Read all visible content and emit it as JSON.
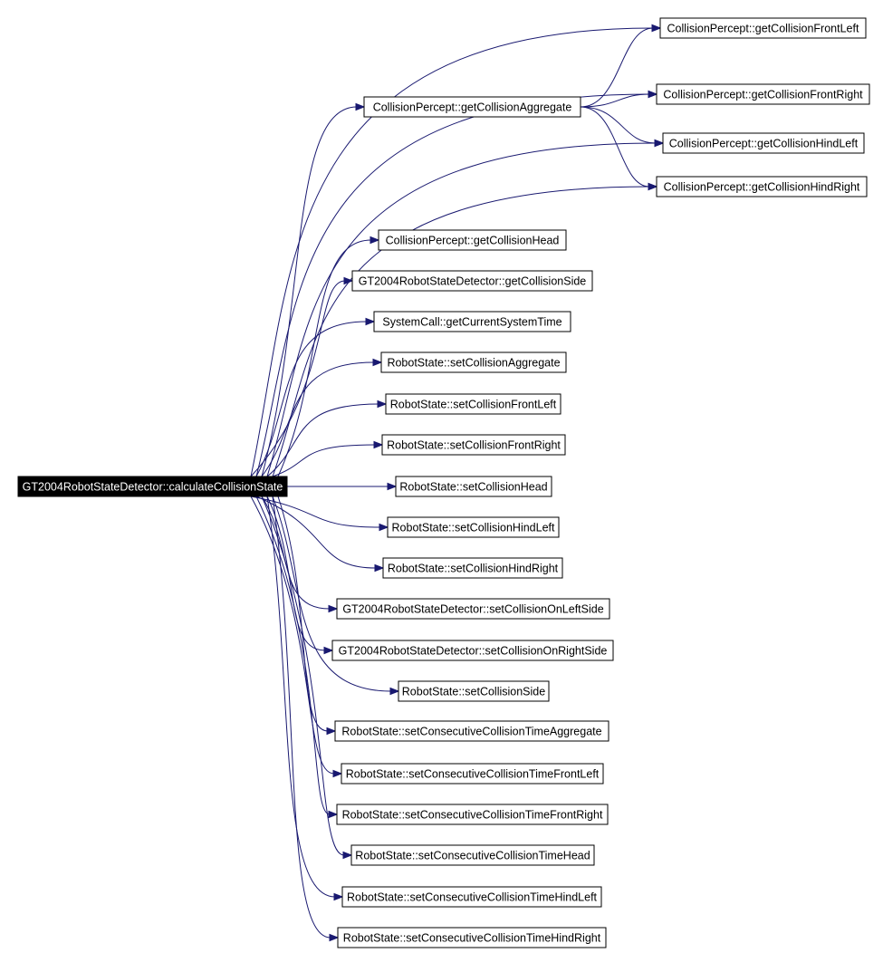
{
  "graph": {
    "root": {
      "label": "GT2004RobotStateDetector::calculateCollisionState"
    },
    "nodes": [
      {
        "id": "fl",
        "label": "CollisionPercept::getCollisionFrontLeft"
      },
      {
        "id": "fr",
        "label": "CollisionPercept::getCollisionFrontRight"
      },
      {
        "id": "agg",
        "label": "CollisionPercept::getCollisionAggregate"
      },
      {
        "id": "hl",
        "label": "CollisionPercept::getCollisionHindLeft"
      },
      {
        "id": "hr",
        "label": "CollisionPercept::getCollisionHindRight"
      },
      {
        "id": "head",
        "label": "CollisionPercept::getCollisionHead"
      },
      {
        "id": "side",
        "label": "GT2004RobotStateDetector::getCollisionSide"
      },
      {
        "id": "time",
        "label": "SystemCall::getCurrentSystemTime"
      },
      {
        "id": "sAgg",
        "label": "RobotState::setCollisionAggregate"
      },
      {
        "id": "sFL",
        "label": "RobotState::setCollisionFrontLeft"
      },
      {
        "id": "sFR",
        "label": "RobotState::setCollisionFrontRight"
      },
      {
        "id": "sHead",
        "label": "RobotState::setCollisionHead"
      },
      {
        "id": "sHL",
        "label": "RobotState::setCollisionHindLeft"
      },
      {
        "id": "sHR",
        "label": "RobotState::setCollisionHindRight"
      },
      {
        "id": "sOLS",
        "label": "GT2004RobotStateDetector::setCollisionOnLeftSide"
      },
      {
        "id": "sORS",
        "label": "GT2004RobotStateDetector::setCollisionOnRightSide"
      },
      {
        "id": "sSide",
        "label": "RobotState::setCollisionSide"
      },
      {
        "id": "cAgg",
        "label": "RobotState::setConsecutiveCollisionTimeAggregate"
      },
      {
        "id": "cFL",
        "label": "RobotState::setConsecutiveCollisionTimeFrontLeft"
      },
      {
        "id": "cFR",
        "label": "RobotState::setConsecutiveCollisionTimeFrontRight"
      },
      {
        "id": "cHead",
        "label": "RobotState::setConsecutiveCollisionTimeHead"
      },
      {
        "id": "cHL",
        "label": "RobotState::setConsecutiveCollisionTimeHindLeft"
      },
      {
        "id": "cHR",
        "label": "RobotState::setConsecutiveCollisionTimeHindRight"
      }
    ],
    "edges": [
      {
        "from": "root",
        "to": "fl"
      },
      {
        "from": "root",
        "to": "fr"
      },
      {
        "from": "root",
        "to": "agg"
      },
      {
        "from": "root",
        "to": "hl"
      },
      {
        "from": "root",
        "to": "hr"
      },
      {
        "from": "root",
        "to": "head"
      },
      {
        "from": "root",
        "to": "side"
      },
      {
        "from": "root",
        "to": "time"
      },
      {
        "from": "root",
        "to": "sAgg"
      },
      {
        "from": "root",
        "to": "sFL"
      },
      {
        "from": "root",
        "to": "sFR"
      },
      {
        "from": "root",
        "to": "sHead"
      },
      {
        "from": "root",
        "to": "sHL"
      },
      {
        "from": "root",
        "to": "sHR"
      },
      {
        "from": "root",
        "to": "sOLS"
      },
      {
        "from": "root",
        "to": "sORS"
      },
      {
        "from": "root",
        "to": "sSide"
      },
      {
        "from": "root",
        "to": "cAgg"
      },
      {
        "from": "root",
        "to": "cFL"
      },
      {
        "from": "root",
        "to": "cFR"
      },
      {
        "from": "root",
        "to": "cHead"
      },
      {
        "from": "root",
        "to": "cHL"
      },
      {
        "from": "root",
        "to": "cHR"
      },
      {
        "from": "agg",
        "to": "fl"
      },
      {
        "from": "agg",
        "to": "fr"
      },
      {
        "from": "agg",
        "to": "hl"
      },
      {
        "from": "agg",
        "to": "hr"
      }
    ],
    "colors": {
      "edge": "#191970",
      "root_fill": "#000000",
      "root_text": "#ffffff",
      "node_border": "#000000"
    }
  }
}
